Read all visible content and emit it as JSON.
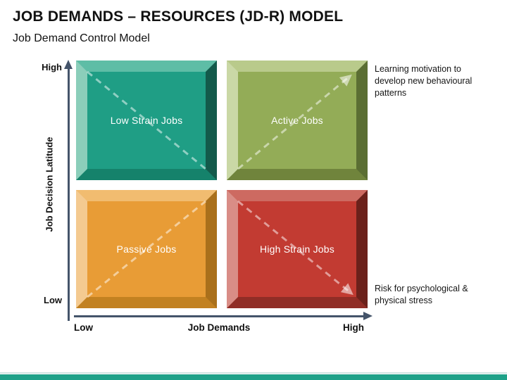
{
  "header": {
    "title": "JOB DEMANDS – RESOURCES (JD-R) MODEL",
    "subtitle": "Job Demand Control Model"
  },
  "axes": {
    "color": "#44546a",
    "y": {
      "label": "Job Decision Latitude",
      "high": "High",
      "low": "Low"
    },
    "x": {
      "label": "Job Demands",
      "low": "Low",
      "high": "High"
    }
  },
  "quadrants": [
    {
      "id": "low-strain-jobs",
      "position": "top-left",
      "label": "Low Strain Jobs",
      "colors": {
        "face": "#1f9e85",
        "top": "#5ebda6",
        "left": "#8bceba",
        "right": "#135a4b",
        "bottom": "#15826b"
      }
    },
    {
      "id": "active-jobs",
      "position": "top-right",
      "label": "Active Jobs",
      "colors": {
        "face": "#93ac57",
        "top": "#b9ca8b",
        "left": "#cad8a6",
        "right": "#5b6e33",
        "bottom": "#70843c"
      }
    },
    {
      "id": "passive-jobs",
      "position": "bottom-left",
      "label": "Passive Jobs",
      "colors": {
        "face": "#e89c36",
        "top": "#f1bc70",
        "left": "#f4ca90",
        "right": "#aa701b",
        "bottom": "#c28121"
      }
    },
    {
      "id": "high-strain-jobs",
      "position": "bottom-right",
      "label": "High Strain Jobs",
      "colors": {
        "face": "#c23b32",
        "top": "#cd6a61",
        "left": "#d98d86",
        "right": "#6b211b",
        "bottom": "#902d26"
      }
    }
  ],
  "arrows": {
    "dash_color": "rgba(255,255,255,0.5)",
    "learning_direction": "bottom-left to top-right",
    "risk_direction": "top-left to bottom-right"
  },
  "annotations": {
    "learning": "Learning motivation to develop new behavioural patterns",
    "risk": "Risk for psychological & physical stress"
  },
  "footer": {
    "bar_color": "#1ea188",
    "rule_color": "#cfe3e1"
  }
}
